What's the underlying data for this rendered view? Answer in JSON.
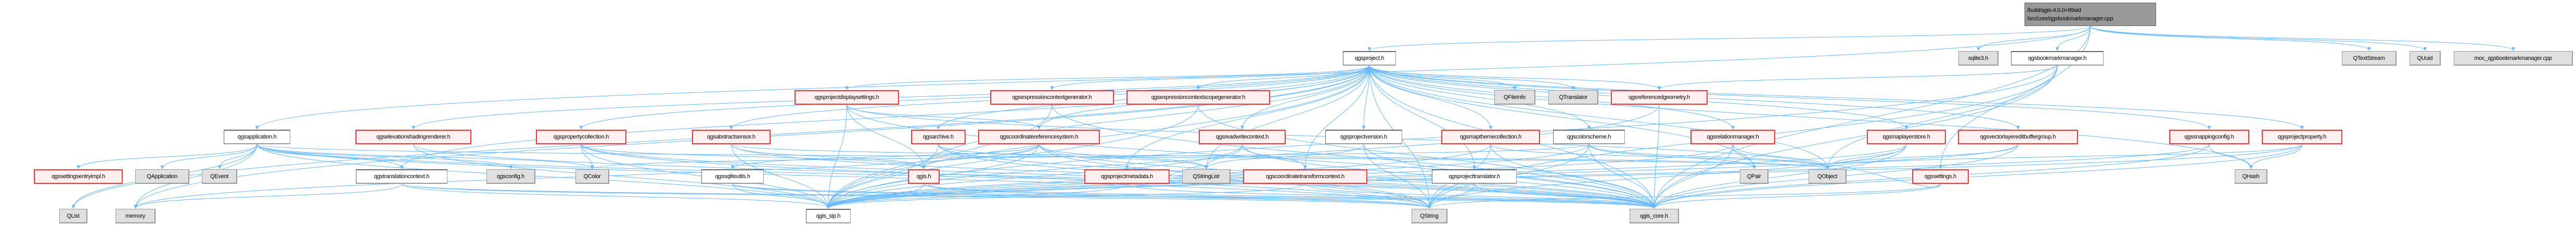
{
  "colors": {
    "edge": "#63b8ff",
    "red_border": "#f03838",
    "red_fill": "#fff0f0",
    "ext_fill": "#e0e0e0",
    "root_fill": "#999999"
  },
  "nodes": [
    {
      "id": "main",
      "label_lines": [
        "/build/qgis-4.0.0+99sid",
        "/src/core/qgsbookmarkmanager.cpp"
      ],
      "kind": "root"
    },
    {
      "id": "proj",
      "label": "qgsproject.h",
      "kind": "doc"
    },
    {
      "id": "sqlite",
      "label": "sqlite3.h",
      "kind": "ext"
    },
    {
      "id": "bm",
      "label": "qgsbookmarkmanager.h",
      "kind": "doc"
    },
    {
      "id": "qts",
      "label": "QTextStream",
      "kind": "ext"
    },
    {
      "id": "quuid",
      "label": "QUuid",
      "kind": "ext"
    },
    {
      "id": "moc",
      "label": "moc_qgsbookmarkmanager.cpp",
      "kind": "ext"
    },
    {
      "id": "pds",
      "label": "qgsprojectdisplaysettings.h",
      "kind": "red"
    },
    {
      "id": "ecg",
      "label": "qgsexpressioncontextgenerator.h",
      "kind": "red"
    },
    {
      "id": "ecsg",
      "label": "qgsexpressioncontextscopegenerator.h",
      "kind": "red"
    },
    {
      "id": "qfi",
      "label": "QFileInfo",
      "kind": "ext"
    },
    {
      "id": "qtr",
      "label": "QTranslator",
      "kind": "ext"
    },
    {
      "id": "refgeom",
      "label": "qgsreferencedgeometry.h",
      "kind": "red"
    },
    {
      "id": "app",
      "label": "qgsapplication.h",
      "kind": "doc"
    },
    {
      "id": "elev",
      "label": "qgselevationshadingrenderer.h",
      "kind": "red"
    },
    {
      "id": "propcoll",
      "label": "qgspropertycollection.h",
      "kind": "red"
    },
    {
      "id": "abs",
      "label": "qgsabstractsensor.h",
      "kind": "red"
    },
    {
      "id": "arch",
      "label": "qgsarchive.h",
      "kind": "red"
    },
    {
      "id": "crs",
      "label": "qgscoordinatereferencesystem.h",
      "kind": "red"
    },
    {
      "id": "rwc",
      "label": "qgsreadwritecontext.h",
      "kind": "red"
    },
    {
      "id": "pver",
      "label": "qgsprojectversion.h",
      "kind": "doc"
    },
    {
      "id": "mtc",
      "label": "qgsmapthemecollection.h",
      "kind": "red"
    },
    {
      "id": "cs",
      "label": "qgscolorscheme.h",
      "kind": "doc"
    },
    {
      "id": "relm",
      "label": "qgsrelationmanager.h",
      "kind": "red"
    },
    {
      "id": "mls",
      "label": "qgsmaplayerstore.h",
      "kind": "red"
    },
    {
      "id": "velb",
      "label": "qgsvectorlayereditbuffergroup.h",
      "kind": "red"
    },
    {
      "id": "snap",
      "label": "qgssnappingconfig.h",
      "kind": "red"
    },
    {
      "id": "pprop",
      "label": "qgsprojectproperty.h",
      "kind": "red"
    },
    {
      "id": "sset",
      "label": "qgssettingsentryimpl.h",
      "kind": "red"
    },
    {
      "id": "qapp",
      "label": "QApplication",
      "kind": "ext"
    },
    {
      "id": "qevent",
      "label": "QEvent",
      "kind": "ext"
    },
    {
      "id": "tctx",
      "label": "qgstranslationcontext.h",
      "kind": "doc"
    },
    {
      "id": "config",
      "label": "qgsconfig.h",
      "kind": "ext"
    },
    {
      "id": "qcolor",
      "label": "QColor",
      "kind": "ext"
    },
    {
      "id": "sqlu",
      "label": "qgssqliteutils.h",
      "kind": "doc"
    },
    {
      "id": "qgis",
      "label": "qgis.h",
      "kind": "red"
    },
    {
      "id": "pmeta",
      "label": "qgsprojectmetadata.h",
      "kind": "red"
    },
    {
      "id": "qsl",
      "label": "QStringList",
      "kind": "ext"
    },
    {
      "id": "ctc",
      "label": "qgscoordinatetransformcontext.h",
      "kind": "red"
    },
    {
      "id": "ptr",
      "label": "qgsprojecttranslator.h",
      "kind": "doc"
    },
    {
      "id": "qpair",
      "label": "QPair",
      "kind": "ext"
    },
    {
      "id": "qobj",
      "label": "QObject",
      "kind": "ext"
    },
    {
      "id": "settings",
      "label": "qgssettings.h",
      "kind": "red"
    },
    {
      "id": "qhash",
      "label": "QHash",
      "kind": "ext"
    },
    {
      "id": "qlist",
      "label": "QList",
      "kind": "ext"
    },
    {
      "id": "memory",
      "label": "memory",
      "kind": "ext"
    },
    {
      "id": "sip",
      "label": "qgis_sip.h",
      "kind": "doc"
    },
    {
      "id": "qstring",
      "label": "QString",
      "kind": "ext"
    },
    {
      "id": "core",
      "label": "qgis_core.h",
      "kind": "ext"
    }
  ],
  "edges": [
    [
      "main",
      "proj"
    ],
    [
      "main",
      "sqlite"
    ],
    [
      "main",
      "bm"
    ],
    [
      "main",
      "qts"
    ],
    [
      "main",
      "quuid"
    ],
    [
      "main",
      "moc"
    ],
    [
      "main",
      "app"
    ],
    [
      "main",
      "core"
    ],
    [
      "main",
      "settings"
    ],
    [
      "bm",
      "refgeom"
    ],
    [
      "bm",
      "core"
    ],
    [
      "bm",
      "qobj"
    ],
    [
      "bm",
      "qstring"
    ],
    [
      "bm",
      "sip"
    ],
    [
      "proj",
      "pds"
    ],
    [
      "proj",
      "ecg"
    ],
    [
      "proj",
      "ecsg"
    ],
    [
      "proj",
      "qfi"
    ],
    [
      "proj",
      "qtr"
    ],
    [
      "proj",
      "refgeom"
    ],
    [
      "proj",
      "elev"
    ],
    [
      "proj",
      "propcoll"
    ],
    [
      "proj",
      "abs"
    ],
    [
      "proj",
      "arch"
    ],
    [
      "proj",
      "crs"
    ],
    [
      "proj",
      "rwc"
    ],
    [
      "proj",
      "pver"
    ],
    [
      "proj",
      "mtc"
    ],
    [
      "proj",
      "cs"
    ],
    [
      "proj",
      "relm"
    ],
    [
      "proj",
      "mls"
    ],
    [
      "proj",
      "velb"
    ],
    [
      "proj",
      "snap"
    ],
    [
      "proj",
      "pprop"
    ],
    [
      "proj",
      "tctx"
    ],
    [
      "proj",
      "ptr"
    ],
    [
      "proj",
      "qlist"
    ],
    [
      "proj",
      "memory"
    ],
    [
      "proj",
      "sip"
    ],
    [
      "proj",
      "qstring"
    ],
    [
      "proj",
      "core"
    ],
    [
      "proj",
      "qobj"
    ],
    [
      "proj",
      "qsl"
    ],
    [
      "proj",
      "pmeta"
    ],
    [
      "proj",
      "ctc"
    ],
    [
      "proj",
      "qgis"
    ],
    [
      "proj",
      "qhash"
    ],
    [
      "proj",
      "qpair"
    ],
    [
      "app",
      "sset"
    ],
    [
      "app",
      "qapp"
    ],
    [
      "app",
      "qevent"
    ],
    [
      "app",
      "tctx"
    ],
    [
      "app",
      "config"
    ],
    [
      "app",
      "qcolor"
    ],
    [
      "app",
      "qlist"
    ],
    [
      "app",
      "memory"
    ],
    [
      "app",
      "qstring"
    ],
    [
      "app",
      "core"
    ],
    [
      "app",
      "sip"
    ],
    [
      "app",
      "qobj"
    ],
    [
      "elev",
      "sip"
    ],
    [
      "elev",
      "core"
    ],
    [
      "propcoll",
      "qcolor"
    ],
    [
      "propcoll",
      "qgis"
    ],
    [
      "propcoll",
      "core"
    ],
    [
      "propcoll",
      "sip"
    ],
    [
      "propcoll",
      "qstring"
    ],
    [
      "pds",
      "crs"
    ],
    [
      "pds",
      "qgis"
    ],
    [
      "pds",
      "sip"
    ],
    [
      "pds",
      "core"
    ],
    [
      "pds",
      "qobj"
    ],
    [
      "abs",
      "sip"
    ],
    [
      "abs",
      "qgis"
    ],
    [
      "abs",
      "core"
    ],
    [
      "abs",
      "qobj"
    ],
    [
      "arch",
      "core"
    ],
    [
      "arch",
      "qstring"
    ],
    [
      "arch",
      "qsl"
    ],
    [
      "arch",
      "sip"
    ],
    [
      "crs",
      "qgis"
    ],
    [
      "crs",
      "sip"
    ],
    [
      "crs",
      "sqlu"
    ],
    [
      "crs",
      "core"
    ],
    [
      "crs",
      "qstring"
    ],
    [
      "crs",
      "qsl"
    ],
    [
      "crs",
      "memory"
    ],
    [
      "rwc",
      "ctc"
    ],
    [
      "rwc",
      "qsl"
    ],
    [
      "rwc",
      "core"
    ],
    [
      "rwc",
      "sip"
    ],
    [
      "tctx",
      "qstring"
    ],
    [
      "tctx",
      "core"
    ],
    [
      "tctx",
      "sip"
    ],
    [
      "tctx",
      "memory"
    ],
    [
      "sqlu",
      "sip"
    ],
    [
      "sqlu",
      "core"
    ],
    [
      "sqlu",
      "qstring"
    ],
    [
      "qgis",
      "sip"
    ],
    [
      "qgis",
      "core"
    ],
    [
      "qgis",
      "qstring"
    ],
    [
      "pmeta",
      "core"
    ],
    [
      "pmeta",
      "sip"
    ],
    [
      "pmeta",
      "qsl"
    ],
    [
      "ctc",
      "core"
    ],
    [
      "ctc",
      "sip"
    ],
    [
      "pver",
      "qstring"
    ],
    [
      "pver",
      "core"
    ],
    [
      "pver",
      "qsl"
    ],
    [
      "mtc",
      "qobj"
    ],
    [
      "mtc",
      "core"
    ],
    [
      "mtc",
      "qstring"
    ],
    [
      "mtc",
      "sip"
    ],
    [
      "cs",
      "qcolor"
    ],
    [
      "cs",
      "qobj"
    ],
    [
      "cs",
      "core"
    ],
    [
      "cs",
      "qstring"
    ],
    [
      "cs",
      "qpair"
    ],
    [
      "cs",
      "sip"
    ],
    [
      "relm",
      "qpair"
    ],
    [
      "relm",
      "qobj"
    ],
    [
      "relm",
      "core"
    ],
    [
      "relm",
      "sip"
    ],
    [
      "mls",
      "qobj"
    ],
    [
      "mls",
      "core"
    ],
    [
      "mls",
      "sip"
    ],
    [
      "mls",
      "qstring"
    ],
    [
      "ptr",
      "qstring"
    ],
    [
      "ptr",
      "core"
    ],
    [
      "refgeom",
      "core"
    ],
    [
      "refgeom",
      "sip"
    ],
    [
      "velb",
      "core"
    ],
    [
      "velb",
      "sip"
    ],
    [
      "velb",
      "qobj"
    ],
    [
      "snap",
      "qhash"
    ],
    [
      "snap",
      "core"
    ],
    [
      "snap",
      "sip"
    ],
    [
      "pprop",
      "qhash"
    ],
    [
      "pprop",
      "core"
    ],
    [
      "pprop",
      "sip"
    ],
    [
      "pprop",
      "qobj"
    ],
    [
      "settings",
      "core"
    ],
    [
      "settings",
      "qstring"
    ],
    [
      "settings",
      "qobj"
    ],
    [
      "ecg",
      "core"
    ],
    [
      "ecg",
      "sip"
    ],
    [
      "ecsg",
      "core"
    ],
    [
      "ecsg",
      "sip"
    ]
  ]
}
